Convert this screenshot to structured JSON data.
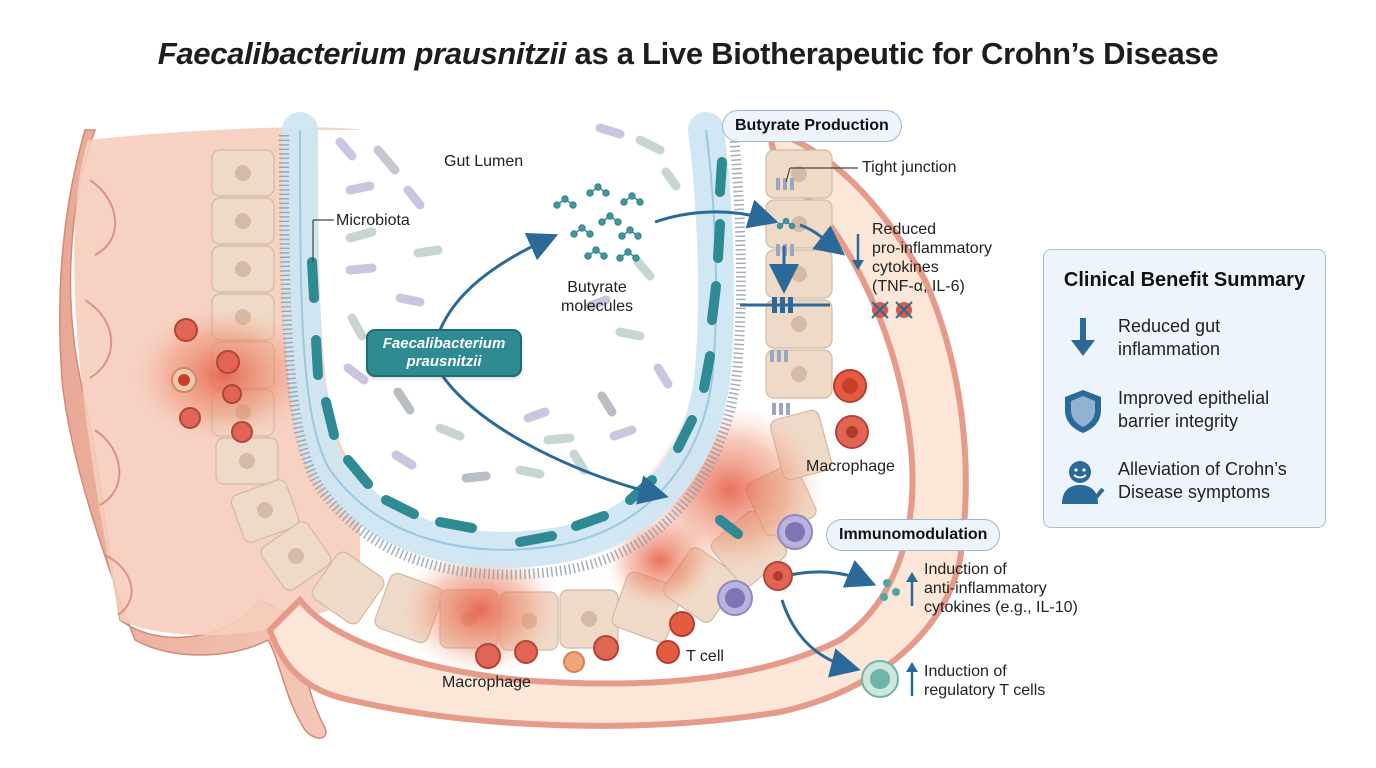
{
  "title": {
    "italic_part": "Faecalibacterium prausnitzii",
    "rest": " as a Live Biotherapeutic for Crohn’s Disease"
  },
  "labels": {
    "gut_lumen": "Gut Lumen",
    "microbiota": "Microbiota",
    "butyrate_molecules_1": "Butyrate",
    "butyrate_molecules_2": "molecules",
    "fp_line1": "Faecalibacterium",
    "fp_line2": "prausnitzii",
    "butyrate_production": "Butyrate Production",
    "tight_junction": "Tight junction",
    "reduced_cytokines_1": "Reduced",
    "reduced_cytokines_2": "pro-inflammatory",
    "reduced_cytokines_3": "cytokines",
    "reduced_cytokines_4": "(TNF-α, IL-6)",
    "macrophage_right": "Macrophage",
    "immunomodulation": "Immunomodulation",
    "induction_anti_1": "Induction of",
    "induction_anti_2": "anti-inflammatory",
    "induction_anti_3": "cytokines (e.g., IL-10)",
    "induction_treg_1": "Induction of",
    "induction_treg_2": "regulatory T cells",
    "t_cell": "T cell",
    "macrophage_bottom": "Macrophage"
  },
  "summary": {
    "heading": "Clinical Benefit Summary",
    "items": [
      {
        "icon": "down-arrow-icon",
        "line1": "Reduced gut",
        "line2": "inflammation"
      },
      {
        "icon": "shield-icon",
        "line1": "Improved epithelial",
        "line2": "barrier integrity"
      },
      {
        "icon": "person-check-icon",
        "line1": "Alleviation of Crohn’s",
        "line2": "Disease symptoms"
      }
    ]
  },
  "colors": {
    "teal": "#2e8a93",
    "arrow_blue": "#2b6a98",
    "inflammation": "#e5573f",
    "tissue": "#f3c6b5",
    "epithelium": "#f0dccb",
    "mucus": "#cfe6f2"
  }
}
